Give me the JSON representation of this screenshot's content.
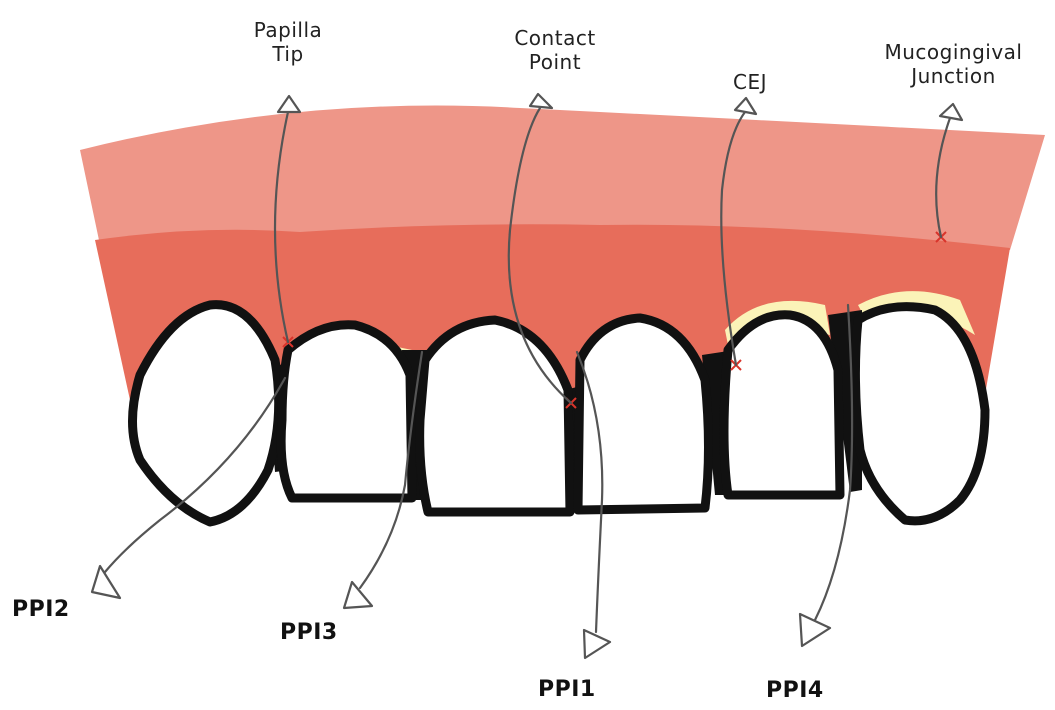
{
  "diagram": {
    "top_labels": {
      "papilla_tip": [
        "Papilla",
        "Tip"
      ],
      "contact_point": [
        "Contact",
        "Point"
      ],
      "cej": [
        "CEJ"
      ],
      "mucogingival_junction": [
        "Mucogingival",
        "Junction"
      ]
    },
    "bottom_labels": {
      "ppi2": "PPI2",
      "ppi3": "PPI3",
      "ppi1": "PPI1",
      "ppi4": "PPI4"
    },
    "colors": {
      "alveolar_mucosa": "#ee9688",
      "attached_gingiva": "#e76d5b",
      "tooth_fill": "#ffffff",
      "tooth_outline": "#111111",
      "exposed_root": "#fbf3b8",
      "marker": "#d9342b",
      "leader_line": "#555555"
    }
  }
}
